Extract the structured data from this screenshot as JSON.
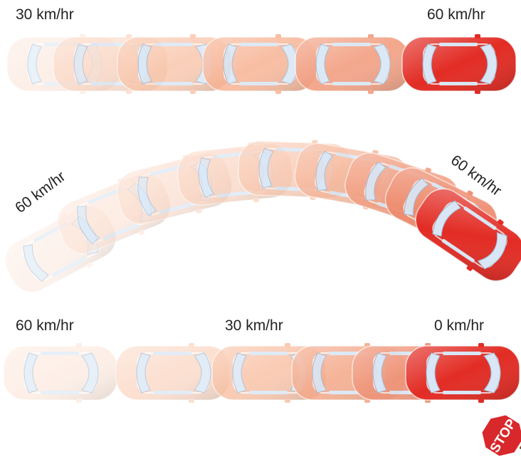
{
  "colors": {
    "car_dark": "#e02a22",
    "car_light": "#f7a77f",
    "window": "#d8e6f5",
    "stop_sign": "#d8282c",
    "pole": "#7a3b1b"
  },
  "rows": [
    {
      "id": "constant-acceleration",
      "labels": [
        "30 km/hr",
        "60 km/hr"
      ],
      "car_count": 6,
      "motion": "straight, speeding up"
    },
    {
      "id": "curve",
      "labels": [
        "60 km/hr",
        "60 km/hr"
      ],
      "car_count": 9,
      "motion": "curved, constant speed"
    },
    {
      "id": "braking",
      "labels": [
        "60 km/hr",
        "30 km/hr",
        "0 km/hr"
      ],
      "car_count": 6,
      "motion": "straight, slowing to stop"
    }
  ],
  "stop_sign": {
    "text": "STOP",
    "icon": "stop-sign-icon"
  }
}
